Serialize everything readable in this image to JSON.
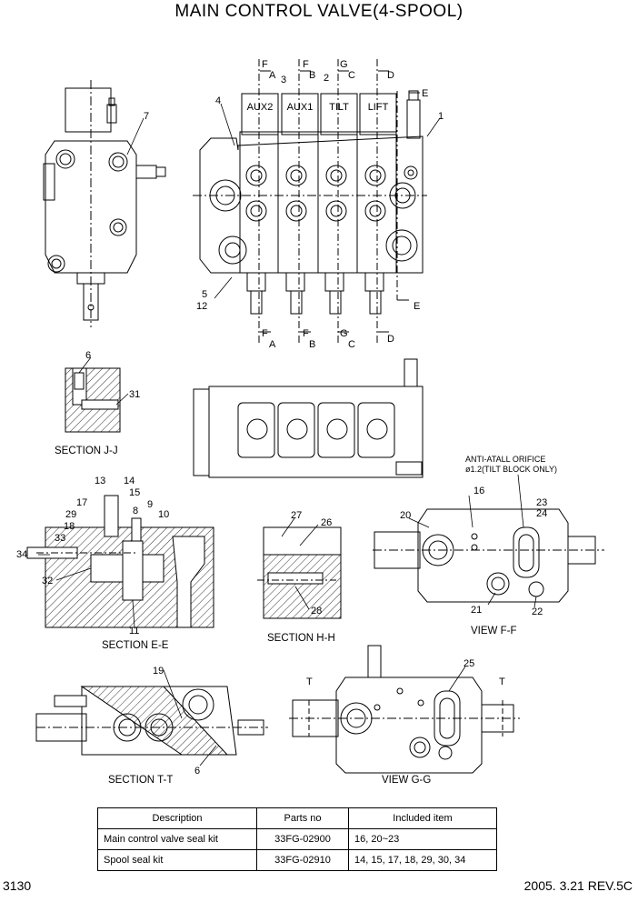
{
  "title": "MAIN CONTROL VALVE(4-SPOOL)",
  "spool_labels": [
    "AUX2",
    "AUX1",
    "TILT",
    "LIFT"
  ],
  "callouts": {
    "c1": "1",
    "c2": "2",
    "c3": "3",
    "c4": "4",
    "c5": "5",
    "c6": "6",
    "c6b": "6",
    "c7": "7",
    "c8": "8",
    "c9": "9",
    "c10": "10",
    "c11": "11",
    "c12": "12",
    "c13": "13",
    "c14": "14",
    "c15": "15",
    "c16": "16",
    "c17": "17",
    "c18": "18",
    "c19": "19",
    "c20": "20",
    "c21": "21",
    "c22": "22",
    "c23": "23",
    "c24": "24",
    "c25": "25",
    "c26": "26",
    "c27": "27",
    "c28": "28",
    "c29": "29",
    "c31": "31",
    "c32": "32",
    "c33": "33",
    "c34": "34"
  },
  "cut_marks": {
    "F": "F",
    "A": "A",
    "B": "B",
    "G": "G",
    "C": "C",
    "D": "D",
    "E": "E",
    "T": "T"
  },
  "sections": {
    "jj": "SECTION J-J",
    "ee": "SECTION E-E",
    "hh": "SECTION H-H",
    "ff": "VIEW F-F",
    "tt": "SECTION T-T",
    "gg": "VIEW G-G"
  },
  "orifice_note": {
    "line1": "ANTI-ATALL ORIFICE",
    "line2": "ø1.2(TILT BLOCK ONLY)"
  },
  "parts_table": {
    "headers": [
      "Description",
      "Parts no",
      "Included item"
    ],
    "rows": [
      {
        "description": "Main control valve seal kit",
        "part_no": "33FG-02900",
        "items": "16, 20~23"
      },
      {
        "description": "Spool seal kit",
        "part_no": "33FG-02910",
        "items": "14, 15, 17, 18, 29, 30, 34"
      }
    ]
  },
  "footer": {
    "page": "3130",
    "date_rev": "2005. 3.21  REV.5C"
  }
}
